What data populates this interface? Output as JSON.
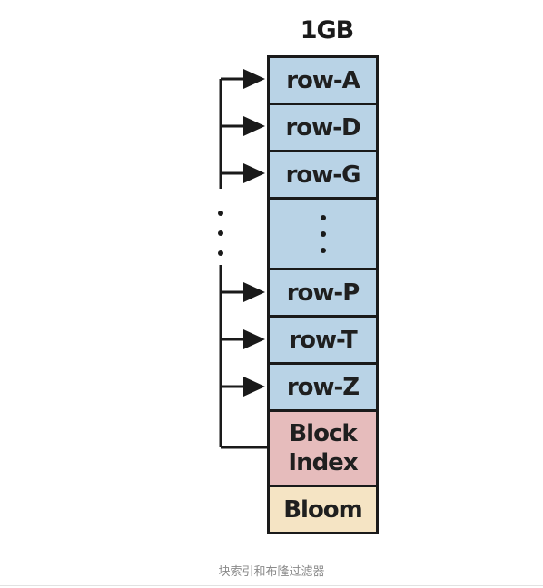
{
  "diagram": {
    "title": "1GB",
    "blocks": [
      {
        "label": "row-A"
      },
      {
        "label": "row-D"
      },
      {
        "label": "row-G"
      },
      {
        "label": ""
      },
      {
        "label": "row-P"
      },
      {
        "label": "row-T"
      },
      {
        "label": "row-Z"
      },
      {
        "label": "Block\nIndex"
      },
      {
        "label": "Bloom"
      }
    ]
  },
  "caption": "块索引和布隆过滤器",
  "colors": {
    "row_block": "#b9d3e6",
    "index_block": "#e6bcbc",
    "bloom_block": "#f5e4c4",
    "line": "#1a1a1a"
  }
}
